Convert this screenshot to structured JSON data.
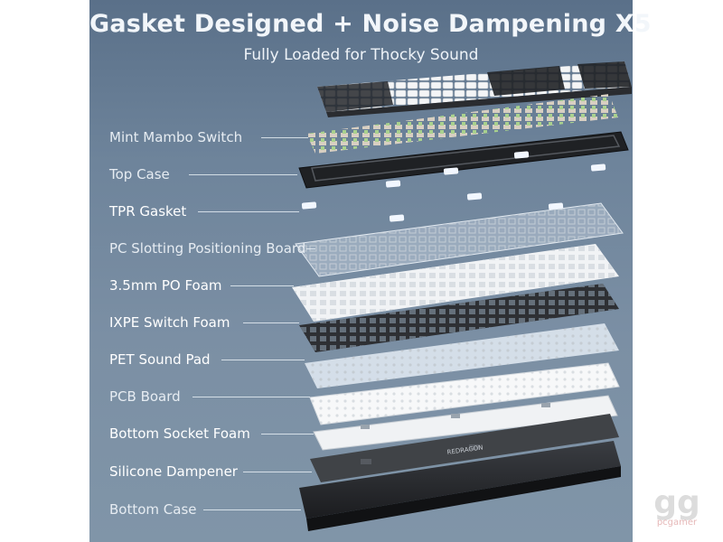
{
  "title": "Gasket Designed + Noise Dampening X5",
  "subtitle": "Fully Loaded for Thocky Sound",
  "layers": [
    {
      "label": "Mint Mambo Switch",
      "emphasis": false
    },
    {
      "label": "Top Case",
      "emphasis": false
    },
    {
      "label": "TPR Gasket",
      "emphasis": true
    },
    {
      "label": "PC Slotting Positioning Board",
      "emphasis": false
    },
    {
      "label": "3.5mm PO Foam",
      "emphasis": true
    },
    {
      "label": "IXPE Switch Foam",
      "emphasis": true
    },
    {
      "label": "PET Sound Pad",
      "emphasis": true
    },
    {
      "label": "PCB Board",
      "emphasis": false
    },
    {
      "label": "Bottom Socket Foam",
      "emphasis": true
    },
    {
      "label": "Silicone Dampener",
      "emphasis": true
    },
    {
      "label": "Bottom Case",
      "emphasis": false
    }
  ],
  "brand_mark": "REDRAGON",
  "watermark": {
    "logo": "gg",
    "text": "pcgamer"
  },
  "colors": {
    "background_top": "#5a7089",
    "background_bottom": "#8095a8",
    "label_text": "#e6ecf2",
    "switch_stem": "#a9d18e",
    "keycap_white": "#f4f5f6",
    "keycap_black": "#1d1f22"
  }
}
